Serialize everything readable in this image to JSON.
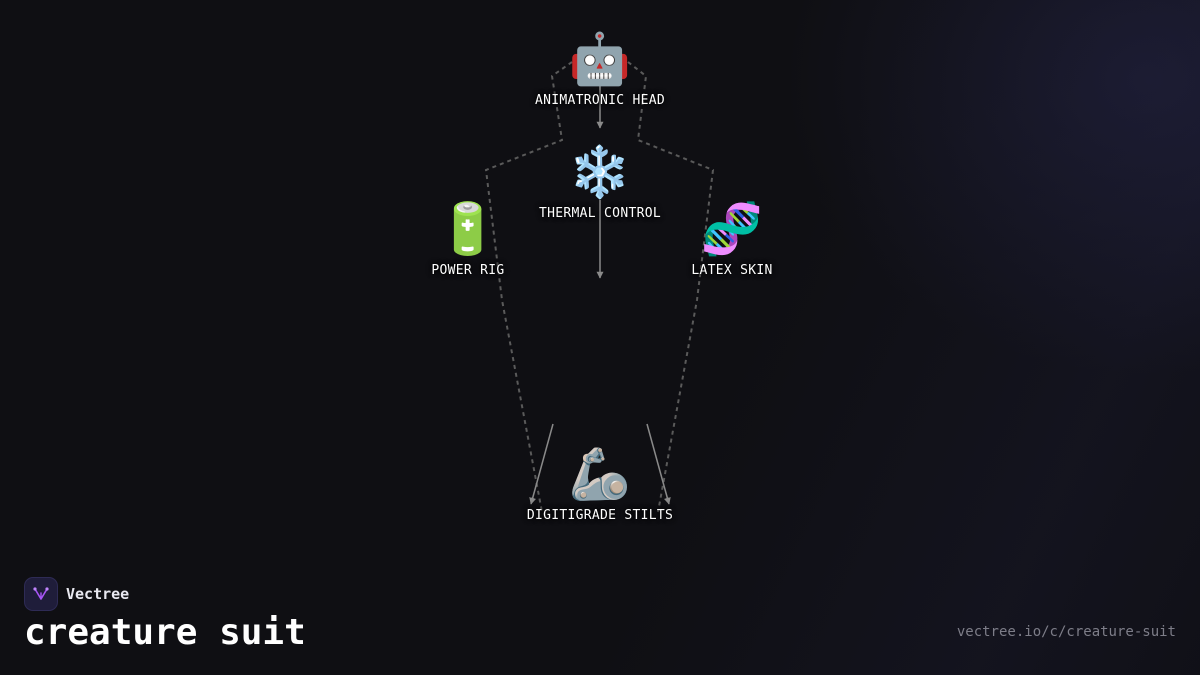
{
  "brand": {
    "name": "Vectree",
    "logo_icon": "vectree-logo-icon",
    "accent": "#a855f7"
  },
  "page": {
    "title": "creature suit",
    "url": "vectree.io/c/creature-suit"
  },
  "diagram": {
    "nodes": [
      {
        "id": "head",
        "emoji": "🤖",
        "icon": "robot-icon",
        "label": "ANIMATRONIC HEAD"
      },
      {
        "id": "thermal",
        "emoji": "❄️",
        "icon": "snowflake-icon",
        "label": "THERMAL CONTROL"
      },
      {
        "id": "power",
        "emoji": "🔋",
        "icon": "battery-icon",
        "label": "POWER RIG"
      },
      {
        "id": "skin",
        "emoji": "🧬",
        "icon": "dna-icon",
        "label": "LATEX SKIN"
      },
      {
        "id": "stilts",
        "emoji": "🦾",
        "icon": "mechanical-arm-icon",
        "label": "DIGITIGRADE STILTS"
      }
    ],
    "edges": [
      {
        "from": "head",
        "to": "thermal",
        "style": "solid"
      },
      {
        "from": "thermal",
        "to": "stilts",
        "style": "solid"
      },
      {
        "from": "power",
        "to": "stilts",
        "style": "solid"
      },
      {
        "from": "skin",
        "to": "stilts",
        "style": "solid"
      },
      {
        "from": "head",
        "to": "power",
        "style": "dashed"
      },
      {
        "from": "head",
        "to": "skin",
        "style": "dashed"
      }
    ],
    "colors": {
      "edge_solid": "#8a8a8a",
      "edge_dashed": "#5a5a5a",
      "background": "#0f0f13"
    }
  }
}
